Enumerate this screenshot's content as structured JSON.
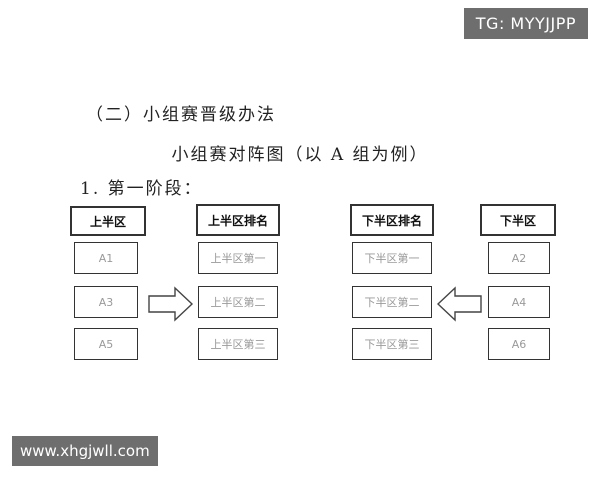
{
  "watermark_top": "TG: MYYJJPP",
  "watermark_bottom": "www.xhgjwll.com",
  "section_heading": "（二）小组赛晋级办法",
  "chart_title": "小组赛对阵图（以 A 组为例）",
  "stage_label": "1. 第一阶段：",
  "left_group": {
    "header": "上半区",
    "teams": [
      "A1",
      "A3",
      "A5"
    ]
  },
  "left_ranking": {
    "header": "上半区排名",
    "places": [
      "上半区第一",
      "上半区第二",
      "上半区第三"
    ]
  },
  "right_ranking": {
    "header": "下半区排名",
    "places": [
      "下半区第一",
      "下半区第二",
      "下半区第三"
    ]
  },
  "right_group": {
    "header": "下半区",
    "teams": [
      "A2",
      "A4",
      "A6"
    ]
  }
}
